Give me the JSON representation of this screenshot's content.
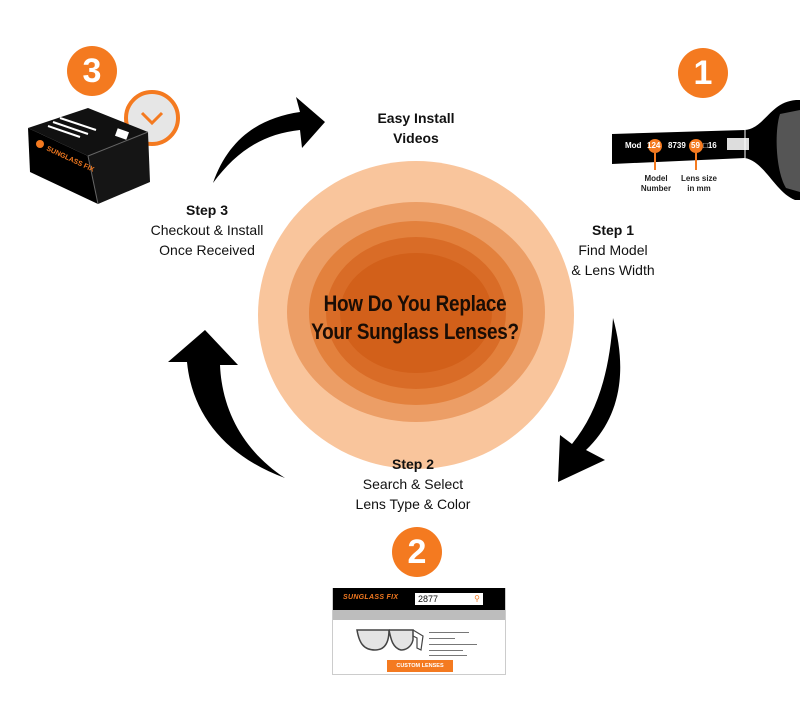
{
  "diagram": {
    "center_title_line1": "How Do You Replace",
    "center_title_line2": "Your Sunglass Lenses?",
    "colors": {
      "accent": "#f47a20",
      "ring1": "#f9c59c",
      "ring2": "#ec9e66",
      "ring3": "#e3813d",
      "ring4": "#d96c27",
      "ring5": "#d2601a",
      "arrow": "#000000"
    },
    "steps": [
      {
        "badge": "1",
        "title": "Step 1",
        "line1": "Find Model",
        "line2": "& Lens Width",
        "illustration": {
          "temple_prefix": "Mod",
          "model_number": "124",
          "code": "8739",
          "lens_size": "59",
          "bridge": "□16",
          "callout_model_1": "Model",
          "callout_model_2": "Number",
          "callout_lens_1": "Lens size",
          "callout_lens_2": "in mm"
        }
      },
      {
        "badge": "2",
        "title": "Step 2",
        "line1": "Search & Select",
        "line2": "Lens Type & Color",
        "illustration": {
          "logo": "SUNGLASS FIX",
          "search_value": "2877",
          "button": "CUSTOM LENSES"
        }
      },
      {
        "badge": "3",
        "title": "Step 3",
        "line1": "Checkout & Install",
        "line2": "Once Received",
        "illustration": {
          "box_logo": "SUNGLASS FIX"
        }
      }
    ],
    "extra_note_line1": "Easy Install",
    "extra_note_line2": "Videos"
  }
}
